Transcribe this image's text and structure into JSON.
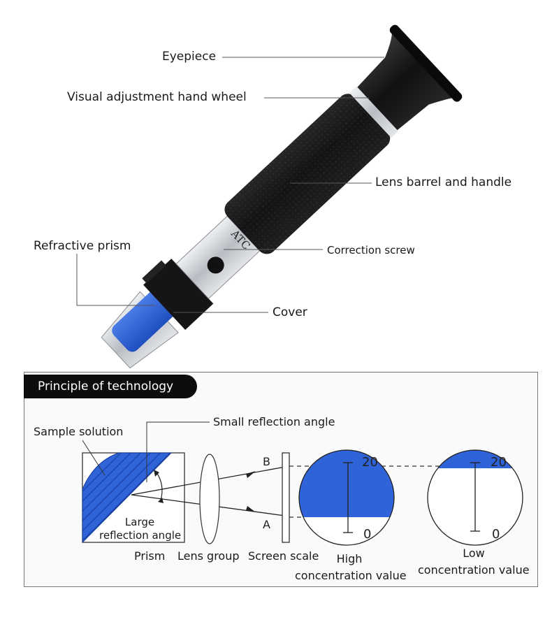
{
  "callouts": {
    "eyepiece": "Eyepiece",
    "hand_wheel": "Visual adjustment hand wheel",
    "barrel": "Lens barrel and handle",
    "prism": "Refractive prism",
    "screw": "Correction screw",
    "cover": "Cover"
  },
  "device": {
    "atc": "ATC"
  },
  "principle": {
    "title": "Principle of technology",
    "sample_solution": "Sample solution",
    "small_angle": "Small reflection angle",
    "large_angle_1": "Large",
    "large_angle_2": "reflection angle",
    "prism": "Prism",
    "lens_group": "Lens group",
    "screen_scale": "Screen scale",
    "point_b": "B",
    "point_a": "A",
    "high_1": "High",
    "high_2": "concentration value",
    "low_1": "Low",
    "low_2": "concentration value",
    "scale_top": "20",
    "scale_bottom": "0"
  },
  "colors": {
    "blue": "#2f63d8",
    "black": "#0d0d0d",
    "metal": "#c9ccd1"
  }
}
